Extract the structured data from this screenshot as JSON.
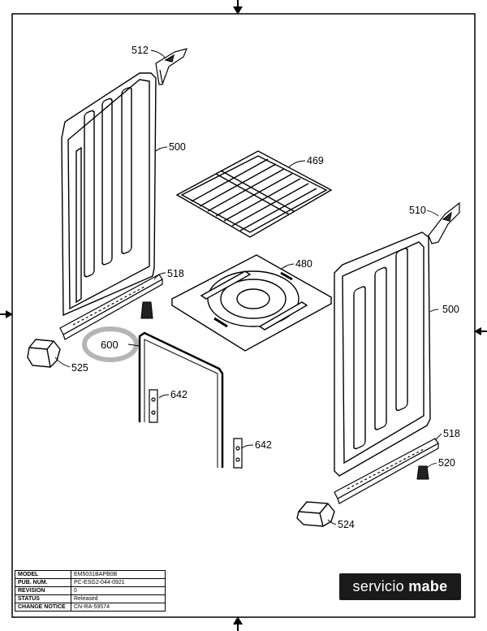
{
  "title_block": {
    "rows": [
      {
        "key": "MODEL",
        "value": "EM5031BAPB0B"
      },
      {
        "key": "PUB. NUM.",
        "value": "PC-ESG2-044-0921"
      },
      {
        "key": "REVISION",
        "value": "0"
      },
      {
        "key": "STATUS",
        "value": "Released"
      },
      {
        "key": "CHANGE NOTICE",
        "value": "CN-RA-59574"
      }
    ]
  },
  "logo": {
    "part1": "servicio ",
    "part2": "mabe"
  },
  "callouts": {
    "c512": "512",
    "c500_left": "500",
    "c469": "469",
    "c510": "510",
    "c518_left": "518",
    "c480": "480",
    "c500_right": "500",
    "c600": "600",
    "c525": "525",
    "c642_upper": "642",
    "c642_lower": "642",
    "c518_right": "518",
    "c520": "520",
    "c524": "524"
  },
  "colors": {
    "line": "#000000",
    "highlight": "#b5b5b5"
  }
}
